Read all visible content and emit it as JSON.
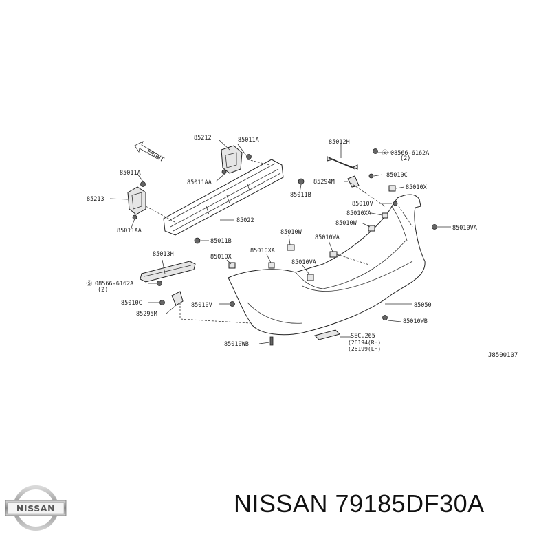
{
  "diagram": {
    "front_label": "FRONT",
    "ref_code": "J8500107",
    "labels": {
      "p85212": "85212",
      "p85011A_top": "85011A",
      "p85011A_left": "85011A",
      "p85011AA_top": "85011AA",
      "p85011AA_left": "85011AA",
      "p85011B_right": "85011B",
      "p85011B_bottom": "85011B",
      "p85213": "85213",
      "p85022": "85022",
      "p85012H": "85012H",
      "p08566_top": "08566-6162A",
      "p2_top": "(2)",
      "p85010C_top": "85010C",
      "p85294M": "85294M",
      "p85010X_right": "85010X",
      "p85010V_top": "85010V",
      "p85010XA_top": "85010XA",
      "p85010W_top": "85010W",
      "p85010VA_right": "85010VA",
      "p85010W_mid": "85010W",
      "p85010WA": "85010WA",
      "p85013H": "85013H",
      "p85010X_mid": "85010X",
      "p85010XA_mid": "85010XA",
      "p85010VA_mid": "85010VA",
      "p08566_left": "08566-6162A",
      "p2_left": "(2)",
      "p85010C_left": "85010C",
      "p85010V_left": "85010V",
      "p85295M": "85295M",
      "p85050": "85050",
      "p85010WB": "85010WB",
      "p85010WB_bottom": "85010WB",
      "sec": "SEC.265",
      "rh": "(26194(RH)",
      "lh": "(26199(LH)"
    }
  },
  "brand": {
    "logo_text": "NISSAN",
    "caption": "NISSAN 79185DF30A"
  }
}
